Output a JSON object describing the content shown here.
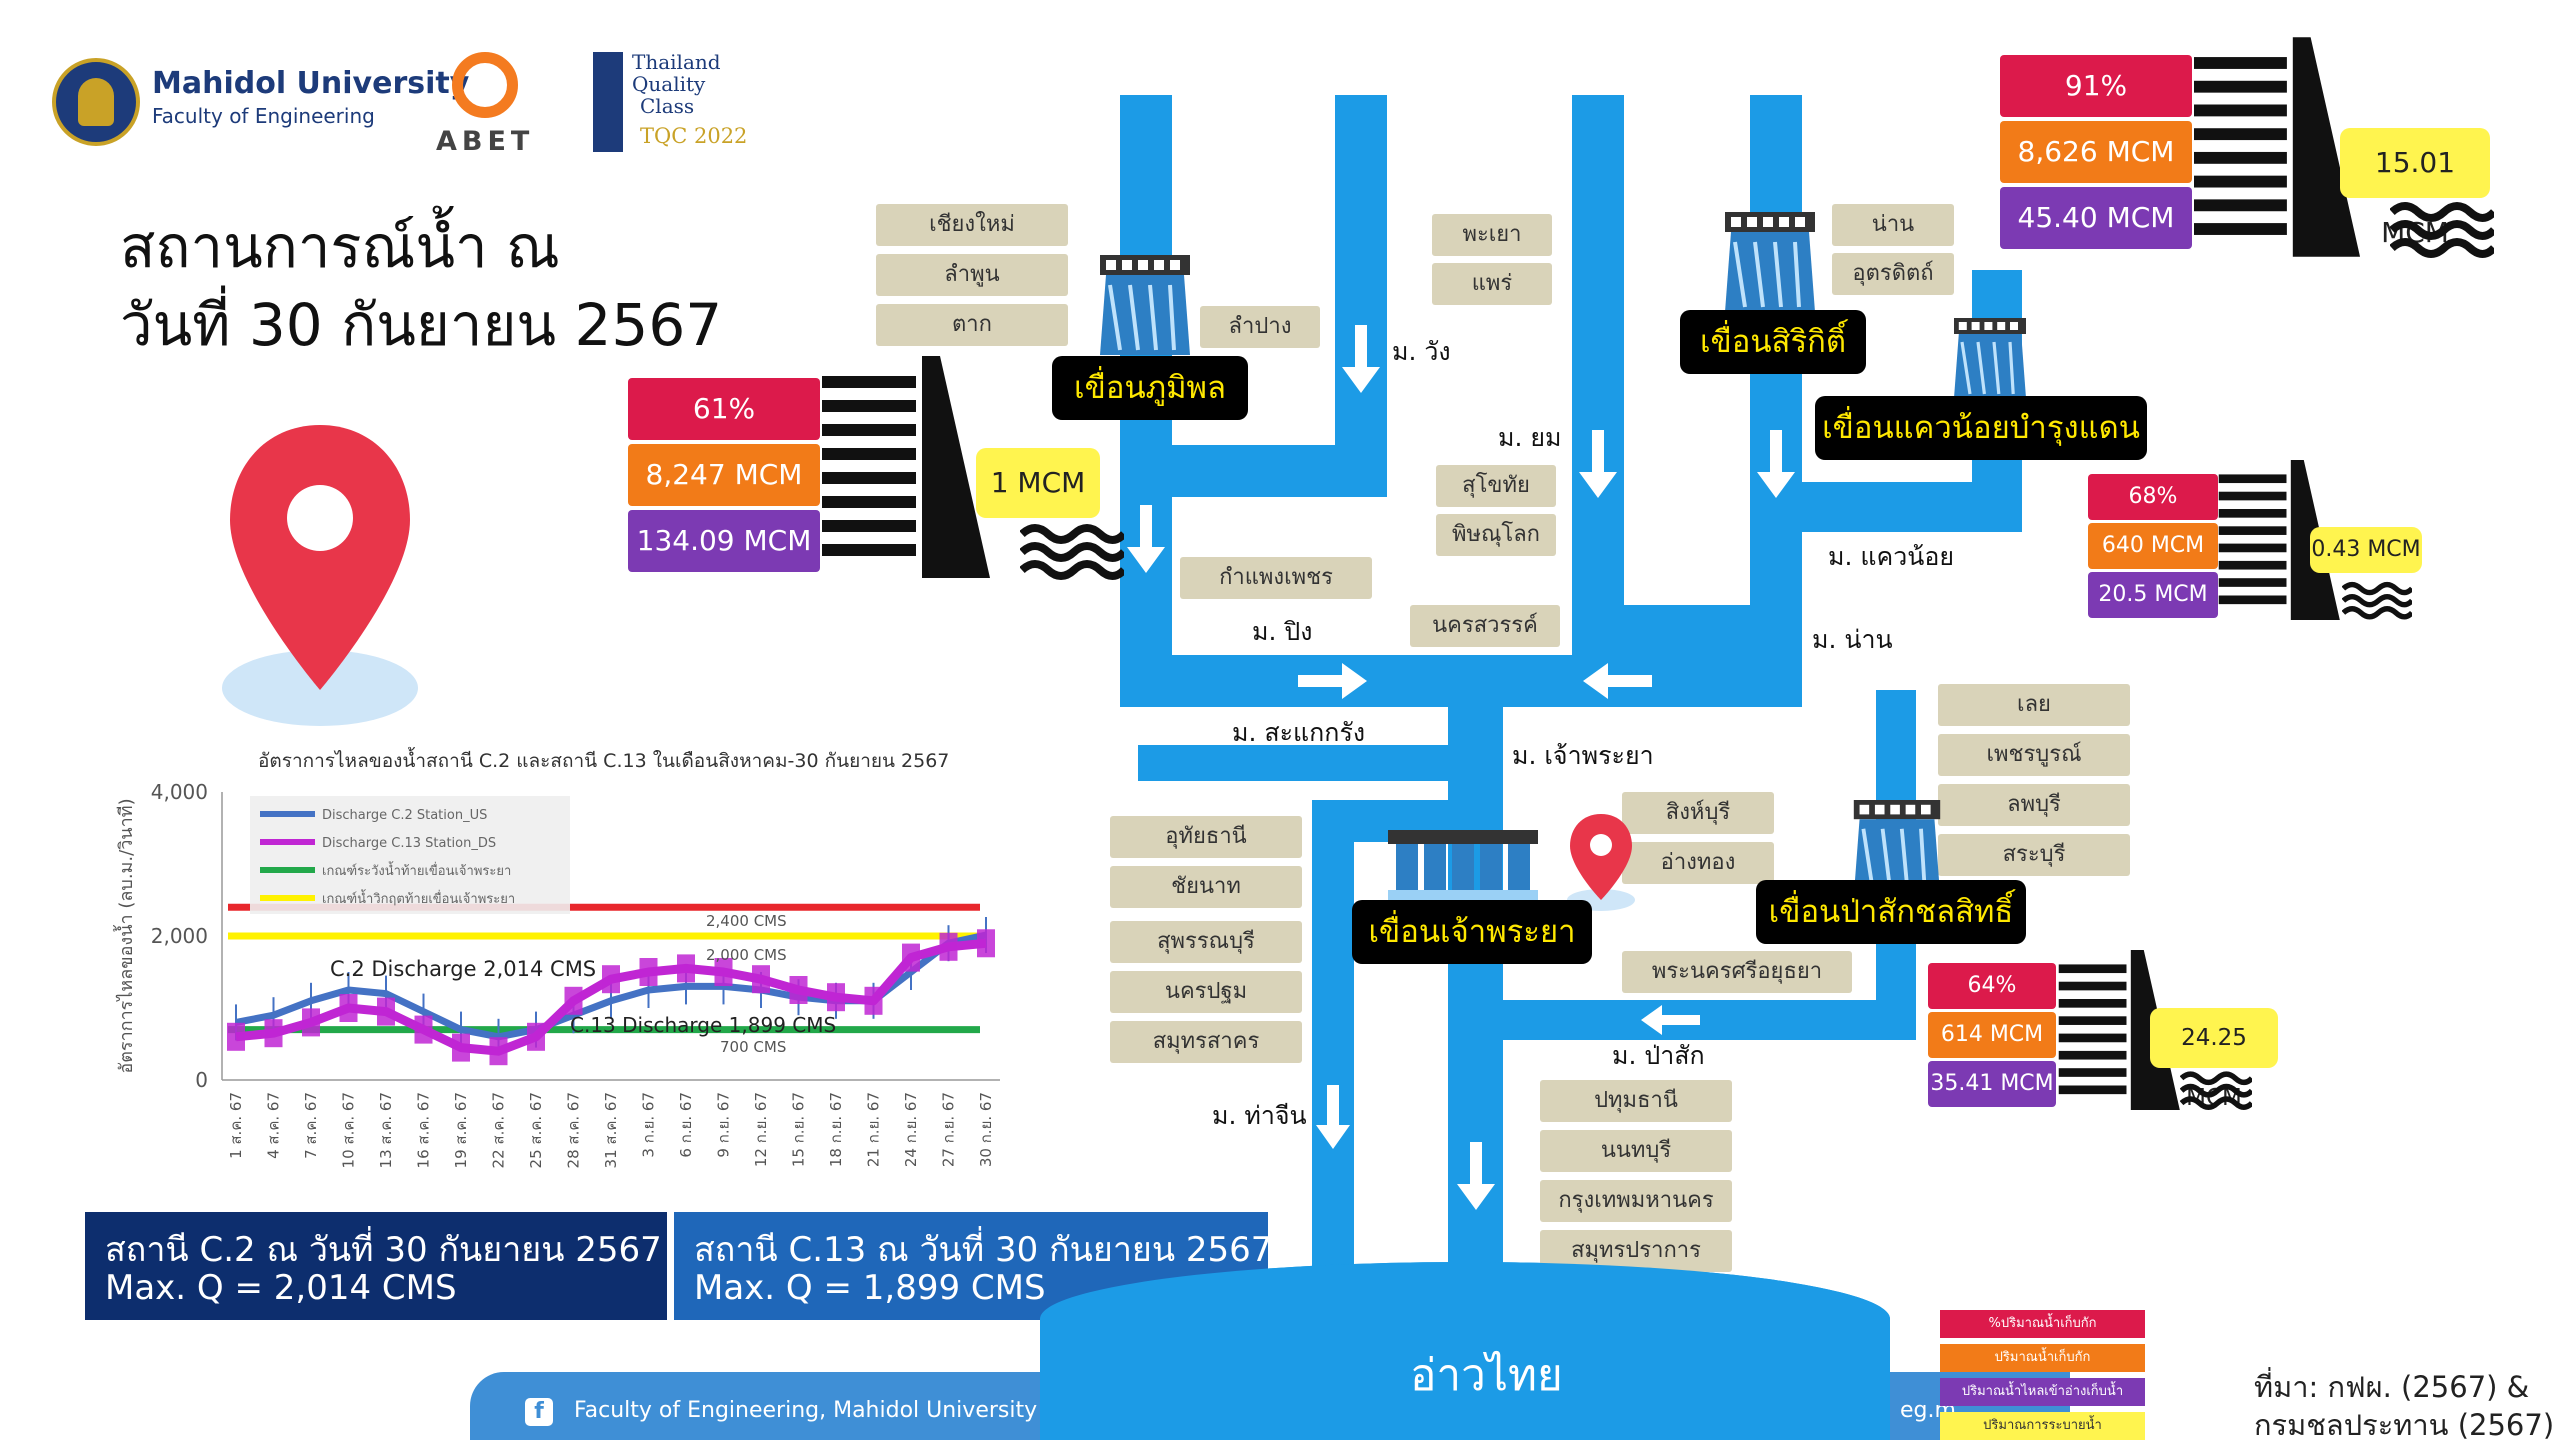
{
  "header": {
    "university": "Mahidol University",
    "faculty": "Faculty of Engineering",
    "abet": "ABET",
    "tqc_line1": "Thailand",
    "tqc_line2": "Quality",
    "tqc_line3": "Class",
    "tqc_year": "TQC 2022"
  },
  "title": {
    "line1": "สถานการณ์น้ำ ณ",
    "line2": "วันที่ 30 กันยายน 2567"
  },
  "dams": {
    "bhumibol": {
      "name": "เขื่อนภูมิพล",
      "percent": "61%",
      "storage": "8,247 MCM",
      "inflow": "134.09 MCM",
      "release": "1 MCM"
    },
    "sirikit": {
      "name": "เขื่อนสิริกิติ์",
      "percent": "91%",
      "storage": "8,626 MCM",
      "inflow": "45.40 MCM",
      "release": "15.01 MCM"
    },
    "kwaenoi": {
      "name": "เขื่อนแควน้อยบำรุงแดน",
      "percent": "68%",
      "storage": "640 MCM",
      "inflow": "20.5 MCM",
      "release": "0.43 MCM"
    },
    "pasak": {
      "name": "เขื่อนป่าสักชลสิทธิ์",
      "percent": "64%",
      "storage": "614 MCM",
      "inflow": "35.41 MCM",
      "release": "24.25 MCM"
    },
    "chaophraya": {
      "name": "เขื่อนเจ้าพระยา"
    }
  },
  "provinces": {
    "ping_group": [
      "เชียงใหม่",
      "ลำพูน",
      "ตาก"
    ],
    "lampang": "ลำปาง",
    "kamphaengphet": "กำแพงเพชร",
    "wang_group": [
      "พะเยา",
      "แพร่"
    ],
    "yom_group": [
      "สุโขทัย",
      "พิษณุโลก"
    ],
    "nakhonsawan": "นครสวรรค์",
    "nan_group": [
      "น่าน",
      "อุตรดิตถ์"
    ],
    "pasak_group": [
      "เลย",
      "เพชรบูรณ์",
      "ลพบุรี",
      "สระบุรี"
    ],
    "mid_group": [
      "สิงห์บุรี",
      "อ่างทอง"
    ],
    "west_group": [
      "อุทัยธานี",
      "ชัยนาท",
      "สุพรรณบุรี",
      "นครปฐม",
      "สมุทรสาคร"
    ],
    "ayutthaya": "พระนครศรีอยุธยา",
    "south_group": [
      "ปทุมธานี",
      "นนทบุรี",
      "กรุงเทพมหานคร",
      "สมุทรปราการ"
    ]
  },
  "rivers": {
    "wang": "ม. วัง",
    "yom": "ม. ยม",
    "kwaenoi": "ม. แควน้อย",
    "ping": "ม. ปิง",
    "nan": "ม. น่าน",
    "sakaekrang": "ม. สะแกกรัง",
    "chaophraya": "ม. เจ้าพระยา",
    "pasak": "ม. ป่าสัก",
    "thachin": "ม. ท่าจีน"
  },
  "gulf": "อ่าวไทย",
  "footer": {
    "facebook": "Faculty of Engineering, Mahidol University",
    "website": "eg.m"
  },
  "source": {
    "line1": "ที่มา: กฟผ. (2567) &",
    "line2": "กรมชลประทาน (2567)"
  },
  "legend": [
    "%ปริมาณน้ำเก็บกัก",
    "ปริมาณน้ำเก็บกัก",
    "ปริมาณน้ำไหลเข้าอ่างเก็บน้ำ",
    "ปริมาณการระบายน้ำ"
  ],
  "colors": {
    "river": "#1c9be6",
    "percent": "#dc1a4b",
    "storage": "#f27b18",
    "inflow": "#7c3ab3",
    "release": "#fff44f",
    "navy": "#0d2e6e",
    "blue": "#1f67b9"
  },
  "stations": {
    "c2_title": "สถานี C.2 ณ วันที่ 30 กันยายน 2567",
    "c2_q": "Max. Q = 2,014 CMS",
    "c13_title": "สถานี C.13 ณ วันที่ 30 กันยายน 2567",
    "c13_q": "Max. Q = 1,899 CMS"
  },
  "chart_data": {
    "type": "line",
    "title": "อัตราการไหลของน้ำสถานี C.2 และสถานี C.13 ในเดือนสิงหาคม-30 กันยายน 2567",
    "ylabel": "อัตราการไหลของน้ำ (ลบ.ม./วินาที)",
    "ylim": [
      0,
      4000
    ],
    "yticks": [
      "4,000",
      "2,000",
      "0"
    ],
    "categories": [
      "1 ส.ค. 67",
      "4 ส.ค. 67",
      "7 ส.ค. 67",
      "10 ส.ค. 67",
      "13 ส.ค. 67",
      "16 ส.ค. 67",
      "19 ส.ค. 67",
      "22 ส.ค. 67",
      "25 ส.ค. 67",
      "28 ส.ค. 67",
      "31 ส.ค. 67",
      "3 ก.ย. 67",
      "6 ก.ย. 67",
      "9 ก.ย. 67",
      "12 ก.ย. 67",
      "15 ก.ย. 67",
      "18 ก.ย. 67",
      "21 ก.ย. 67",
      "24 ก.ย. 67",
      "27 ก.ย. 67",
      "30 ก.ย. 67"
    ],
    "series": [
      {
        "name": "Discharge C.2 Station_US",
        "color": "#4472c4",
        "values": [
          800,
          900,
          1100,
          1250,
          1200,
          950,
          700,
          600,
          700,
          900,
          1100,
          1250,
          1300,
          1300,
          1250,
          1150,
          1100,
          1100,
          1500,
          1900,
          2014
        ]
      },
      {
        "name": "Discharge C.13 Station_DS",
        "color": "#c026d3",
        "values": [
          600,
          650,
          800,
          1000,
          950,
          700,
          450,
          400,
          600,
          1100,
          1400,
          1500,
          1550,
          1500,
          1400,
          1250,
          1150,
          1100,
          1700,
          1850,
          1899
        ]
      },
      {
        "name": "เกณฑ์ระวังน้ำท้ายเขื่อนเจ้าพระยา",
        "color": "#22a84a",
        "values": [
          700
        ]
      },
      {
        "name": "เกณฑ์น้ำวิกฤตท้ายเขื่อนเจ้าพระยา",
        "color": "#fff200",
        "values": [
          2000
        ]
      },
      {
        "name": "",
        "color": "#e8272c",
        "values": [
          2400
        ]
      }
    ],
    "annotations": [
      "C.2 Discharge 2,014 CMS",
      "C.13 Discharge 1,899 CMS",
      "2,400 CMS",
      "2,000 CMS",
      "700 CMS"
    ]
  }
}
